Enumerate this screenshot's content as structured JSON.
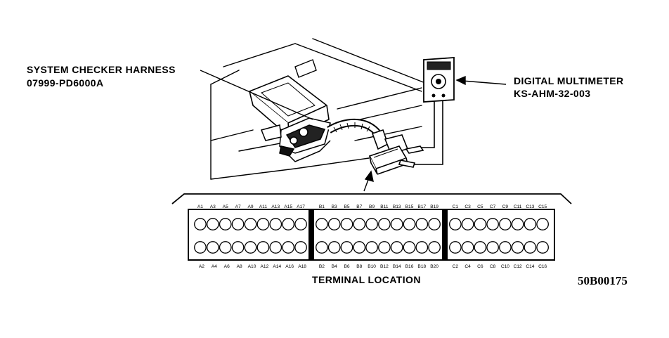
{
  "labels": {
    "harness_title": "SYSTEM CHECKER HARNESS",
    "harness_part": "07999-PD6000A",
    "meter_title": "DIGITAL MULTIMETER",
    "meter_part": "KS-AHM-32-003",
    "terminal_caption": "TERMINAL LOCATION",
    "figure_code": "50B00175"
  },
  "connector": {
    "groups": [
      {
        "name": "A",
        "top_labels": [
          "A1",
          "A3",
          "A5",
          "A7",
          "A9",
          "A11",
          "A13",
          "A15",
          "A17"
        ],
        "bottom_labels": [
          "A2",
          "A4",
          "A6",
          "A8",
          "A10",
          "A12",
          "A14",
          "A16",
          "A18"
        ]
      },
      {
        "name": "B",
        "top_labels": [
          "B1",
          "B3",
          "B5",
          "B7",
          "B9",
          "B11",
          "B13",
          "B15",
          "B17",
          "B19"
        ],
        "bottom_labels": [
          "B2",
          "B4",
          "B6",
          "B8",
          "B10",
          "B12",
          "B14",
          "B16",
          "B18",
          "B20"
        ]
      },
      {
        "name": "C",
        "top_labels": [
          "C1",
          "C3",
          "C5",
          "C7",
          "C9",
          "C11",
          "C13",
          "C15"
        ],
        "bottom_labels": [
          "C2",
          "C4",
          "C6",
          "C8",
          "C10",
          "C12",
          "C14",
          "C16"
        ]
      }
    ]
  }
}
